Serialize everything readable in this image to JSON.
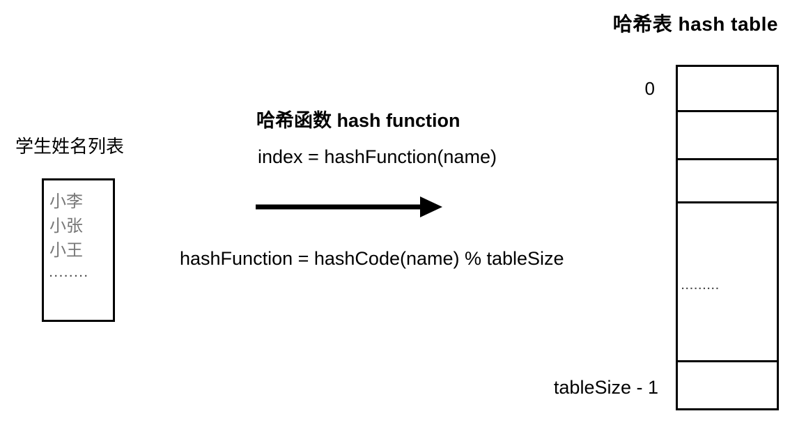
{
  "header": {
    "title": "哈希表 hash table"
  },
  "student_list": {
    "label": "学生姓名列表",
    "items": [
      "小李",
      "小张",
      "小王"
    ],
    "ellipsis": "........"
  },
  "hash_function": {
    "title": "哈希函数 hash function",
    "index_formula": "index = hashFunction(name)",
    "function_formula": "hashFunction = hashCode(name) % tableSize"
  },
  "hash_table": {
    "top_index_label": "0",
    "bottom_index_label": "tableSize - 1",
    "ellipsis": ".........",
    "cell_count": 5
  },
  "colors": {
    "text": "#000000",
    "muted_names": "#777777",
    "ellipsis": "#4a4a4a",
    "border": "#000000",
    "background": "#ffffff"
  }
}
